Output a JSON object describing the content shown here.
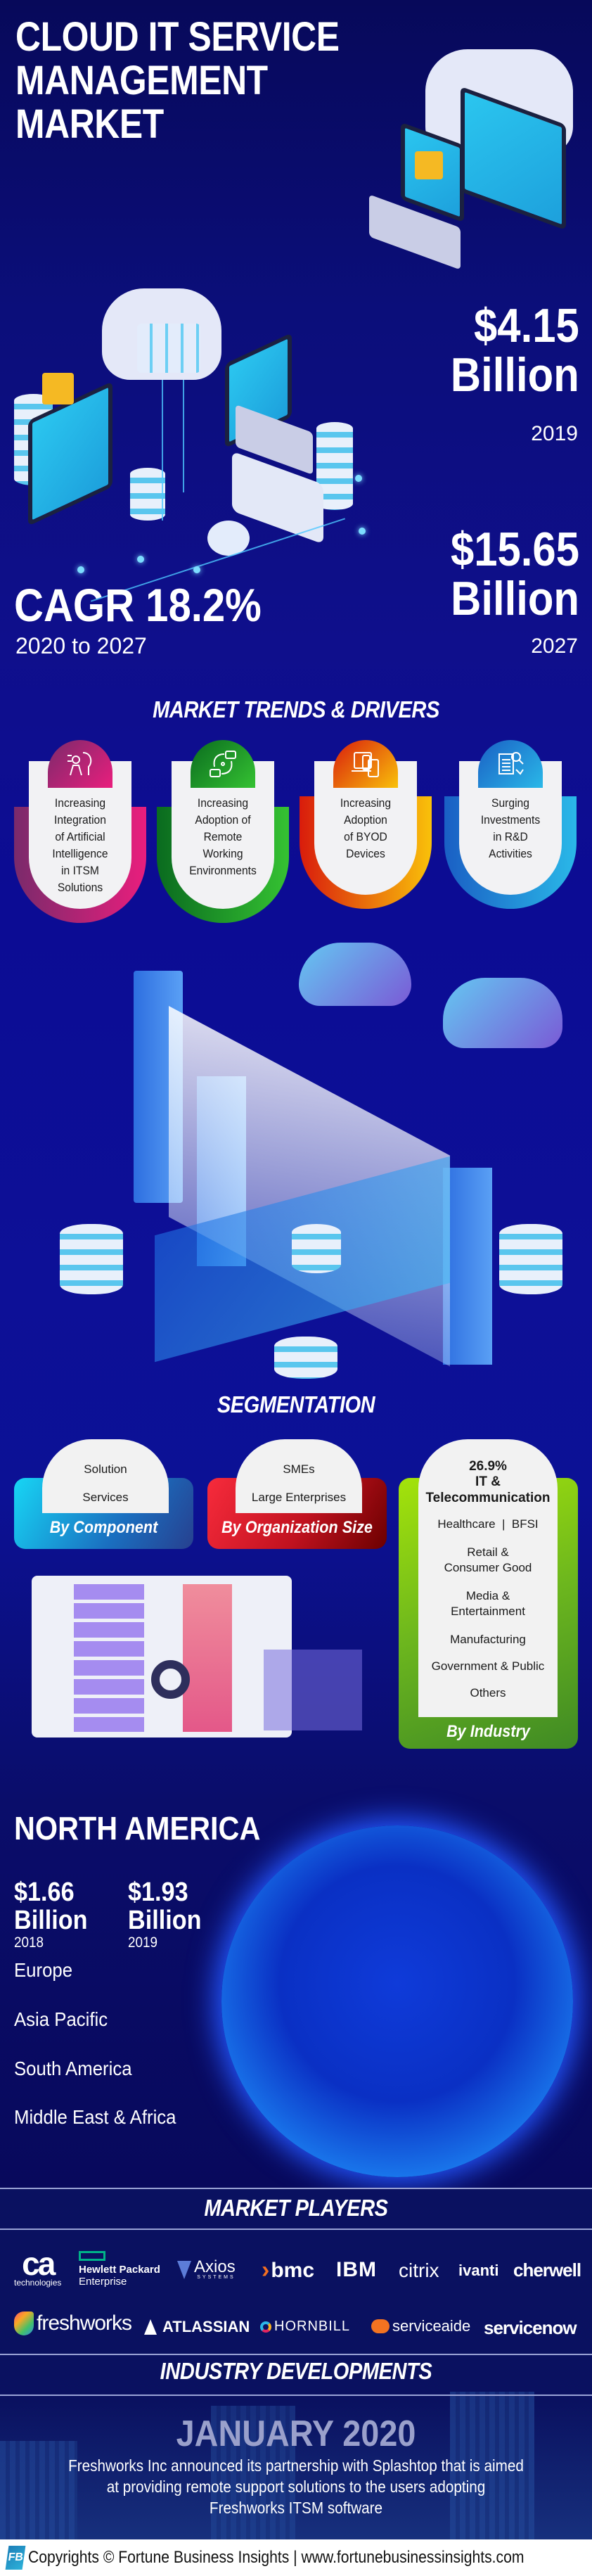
{
  "header": {
    "title_line1": "CLOUD IT SERVICE",
    "title_line2": "MANAGEMENT",
    "title_line3": "MARKET"
  },
  "stats": {
    "value_2019": "$4.15",
    "value_2019_unit": "Billion",
    "value_2019_year": "2019",
    "value_2027": "$15.65",
    "value_2027_unit": "Billion",
    "value_2027_year": "2027",
    "cagr": "CAGR 18.2%",
    "cagr_period": "2020 to 2027"
  },
  "trends": {
    "heading": "MARKET TRENDS & DRIVERS",
    "items": [
      {
        "lines": [
          "Increasing",
          "Integration",
          "of Artificial",
          "Intelligence",
          "in ITSM",
          "Solutions"
        ],
        "icon": "ai-head-icon",
        "color_from": "#e91e7d",
        "color_to": "#7a2a6b"
      },
      {
        "lines": [
          "Increasing",
          "Adoption of",
          "Remote",
          "Working",
          "Environments"
        ],
        "icon": "remote-work-icon",
        "color_from": "#35c232",
        "color_to": "#0a6b1f"
      },
      {
        "lines": [
          "Increasing",
          "Adoption",
          "of BYOD",
          "Devices"
        ],
        "icon": "devices-icon",
        "color_from": "#f9c10a",
        "color_to": "#d91c0c"
      },
      {
        "lines": [
          "Surging",
          "Investments",
          "in R&D",
          "Activities"
        ],
        "icon": "research-icon",
        "color_from": "#2ab8e8",
        "color_to": "#1a5fc4"
      }
    ]
  },
  "segmentation": {
    "heading": "SEGMENTATION",
    "component": {
      "label": "By Component",
      "items": [
        "Solution",
        "Services"
      ]
    },
    "organization": {
      "label": "By Organization Size",
      "items": [
        "SMEs",
        "Large Enterprises"
      ]
    },
    "industry": {
      "label": "By Industry",
      "highlight_pct": "26.9%",
      "highlight_line1": "IT &",
      "highlight_line2": "Telecommunication",
      "items": [
        "Healthcare  |  BFSI",
        "Retail &",
        "Consumer Good",
        "Media &",
        "Entertainment",
        "Manufacturing",
        "Government & Public",
        "Others"
      ]
    }
  },
  "regions": {
    "highlight": "NORTH AMERICA",
    "na_values": [
      {
        "value": "$1.66",
        "unit": "Billion",
        "year": "2018"
      },
      {
        "value": "$1.93",
        "unit": "Billion",
        "year": "2019"
      }
    ],
    "others": [
      "Europe",
      "Asia Pacific",
      "South America",
      "Middle East & Africa"
    ]
  },
  "players": {
    "heading": "MARKET PLAYERS",
    "row1": [
      "ca technologies",
      "Hewlett Packard Enterprise",
      "Axios Systems",
      "bmc",
      "IBM",
      "citrix",
      "ivanti",
      "cherwell"
    ],
    "row2": [
      "freshworks",
      "ATLASSIAN",
      "HORNBILL",
      "serviceaide",
      "servicenow"
    ],
    "logo_text": {
      "ca": "ca",
      "ca_sub": "technologies",
      "hpe_1": "Hewlett Packard",
      "hpe_2": "Enterprise",
      "axios": "Axios",
      "axios_sub": "SYSTEMS",
      "bmc": "bmc",
      "ibm": "IBM",
      "citrix": "citrix",
      "ivanti": "ivanti",
      "cherwell": "cherwell",
      "freshworks": "freshworks",
      "atlassian": "ATLASSIAN",
      "hornbill": "HORNBILL",
      "serviceaide": "serviceaide",
      "servicenow": "servicenow"
    }
  },
  "developments": {
    "heading": "INDUSTRY DEVELOPMENTS",
    "month": "JANUARY 2020",
    "text_line1": "Freshworks Inc announced its partnership with Splashtop that is aimed",
    "text_line2": "at providing remote support solutions to the users adopting",
    "text_line3": "Freshworks ITSM software"
  },
  "footer": {
    "text": "Copyrights © Fortune Business Insights | www.fortunebusinessinsights.com",
    "logo": "FB"
  },
  "colors": {
    "background": "#0b0e80",
    "component": "#1aa8e6",
    "organization": "#e5202e",
    "industry": "#7ac51a"
  }
}
